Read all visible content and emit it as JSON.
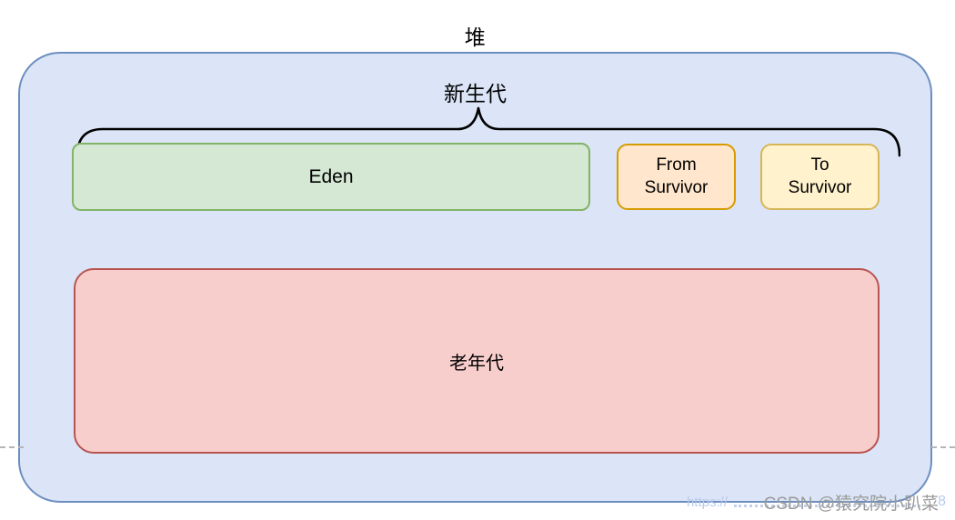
{
  "diagram": {
    "title": "堆",
    "heap": {
      "young_gen": {
        "label": "新生代",
        "eden": {
          "label": "Eden"
        },
        "from_survivor": {
          "line1": "From",
          "line2": "Survivor"
        },
        "to_survivor": {
          "line1": "To",
          "line2": "Survivor"
        }
      },
      "old_gen": {
        "label": "老年代"
      }
    }
  },
  "colors": {
    "heap_fill": "#dbe5f7",
    "heap_border": "#6c8ebf",
    "eden_fill": "#d5e8d4",
    "eden_border": "#82b366",
    "from_survivor_fill": "#ffe6cc",
    "from_survivor_border": "#d79b00",
    "to_survivor_fill": "#fff2cc",
    "to_survivor_border": "#d6b656",
    "old_gen_fill": "#f8cecc",
    "old_gen_border": "#b85450",
    "brace_stroke": "#000000",
    "dashed_line": "#b5b5b5",
    "watermark_text": "#9a9a9a",
    "watermark_url": "#b9cbec"
  },
  "watermark": {
    "url_prefix": "https://",
    "text": "CSDN @猿究院小趴菜",
    "url_suffix": "8"
  }
}
